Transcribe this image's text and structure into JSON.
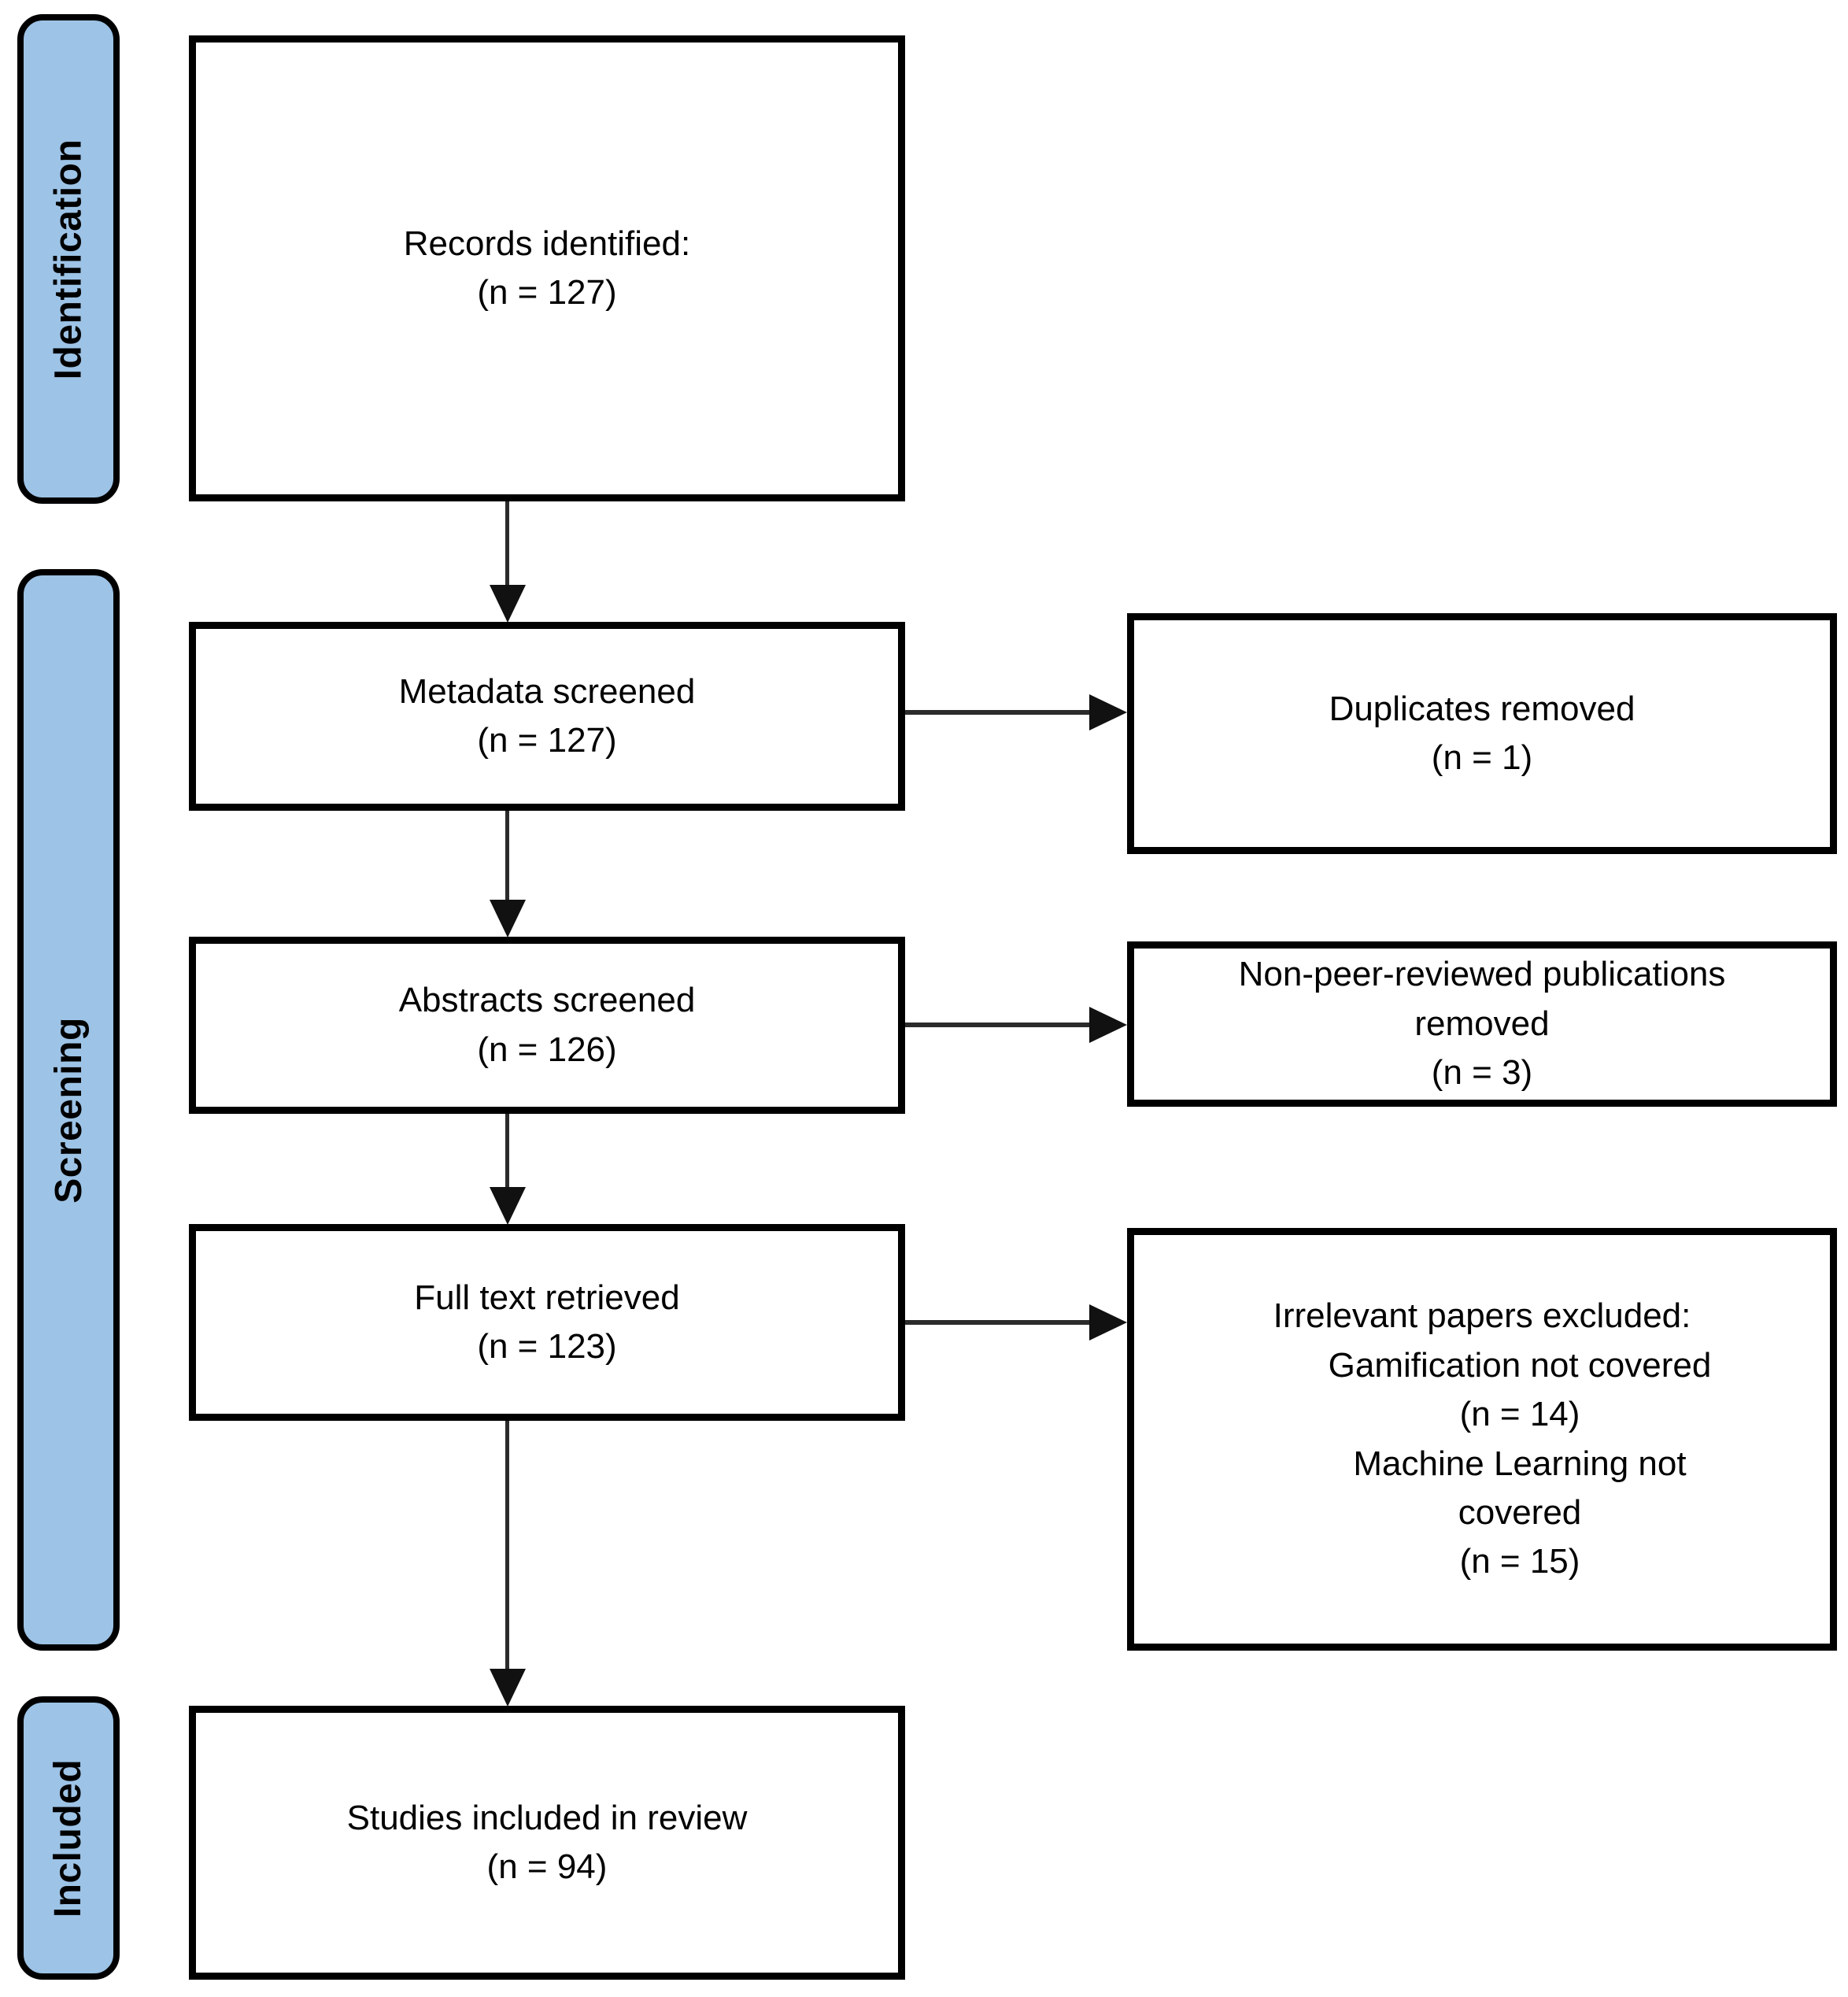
{
  "diagram": {
    "stages": [
      {
        "id": "identification",
        "label": "Identification"
      },
      {
        "id": "screening",
        "label": "Screening"
      },
      {
        "id": "included",
        "label": "Included"
      }
    ],
    "main_boxes": [
      {
        "id": "records-identified",
        "text": "Records identified:\n(n = 127)",
        "n": 127
      },
      {
        "id": "metadata-screened",
        "text": "Metadata screened\n(n = 127)",
        "n": 127
      },
      {
        "id": "abstracts-screened",
        "text": "Abstracts screened\n(n = 126)",
        "n": 126
      },
      {
        "id": "full-text-retrieved",
        "text": "Full text retrieved\n(n = 123)",
        "n": 123
      },
      {
        "id": "studies-included",
        "text": "Studies included in review\n(n = 94)",
        "n": 94
      }
    ],
    "exclusion_boxes": [
      {
        "id": "duplicates-removed",
        "text": "Duplicates removed\n(n = 1)",
        "n": 1
      },
      {
        "id": "non-peer-reviewed-removed",
        "text": "Non-peer-reviewed publications\nremoved\n(n = 3)",
        "n": 3
      },
      {
        "id": "irrelevant-papers-excluded",
        "heading": "Irrelevant papers excluded:",
        "reasons": "Gamification not covered\n(n = 14)\nMachine Learning not\ncovered\n(n = 15)",
        "reason_counts": [
          14,
          15
        ]
      }
    ],
    "colors": {
      "stage_fill": "#9DC3E6",
      "stage_border": "#000000",
      "box_fill": "#FFFFFF",
      "box_border": "#000000",
      "arrow": "#1A1A1A",
      "text": "#000000",
      "background": "#FFFFFF"
    }
  }
}
